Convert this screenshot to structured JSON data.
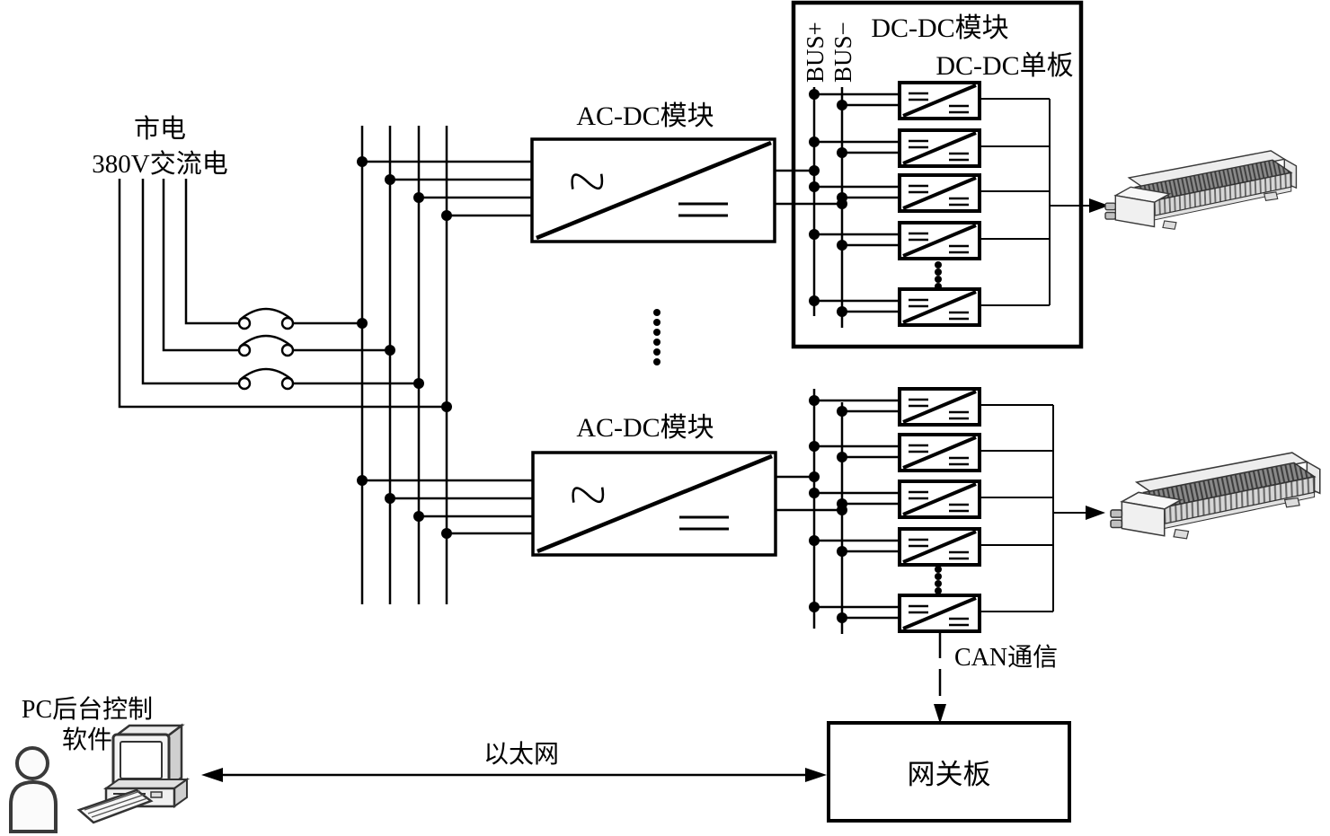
{
  "diagram": {
    "mains": {
      "line1": "市电",
      "line2": "380V交流电"
    },
    "acdc_module_top": {
      "label": "AC-DC模块"
    },
    "acdc_module_bottom": {
      "label": "AC-DC模块"
    },
    "dcdc_box": {
      "title": "DC-DC模块",
      "board_label": "DC-DC单板",
      "bus_plus": "BUS+",
      "bus_minus": "BUS−"
    },
    "can_link": {
      "label": "CAN通信"
    },
    "gateway": {
      "label": "网关板"
    },
    "ethernet": {
      "label": "以太网"
    },
    "pc": {
      "line1": "PC后台控制",
      "line2": "软件"
    },
    "icons": {
      "load_module_top": "finned-power-load-module-3d-image",
      "load_module_bottom": "finned-power-load-module-3d-image",
      "person": "person-icon",
      "computer": "desktop-computer-icon",
      "breaker": "fuse-breaker-switch-symbol",
      "acdc_symbol": "ac-to-dc-converter-symbol",
      "dcdc_symbol": "dc-to-dc-converter-symbol"
    },
    "colors": {
      "line": "#000000",
      "background": "#ffffff",
      "device_gray": "#8a8a8a",
      "device_light": "#ececec"
    }
  }
}
